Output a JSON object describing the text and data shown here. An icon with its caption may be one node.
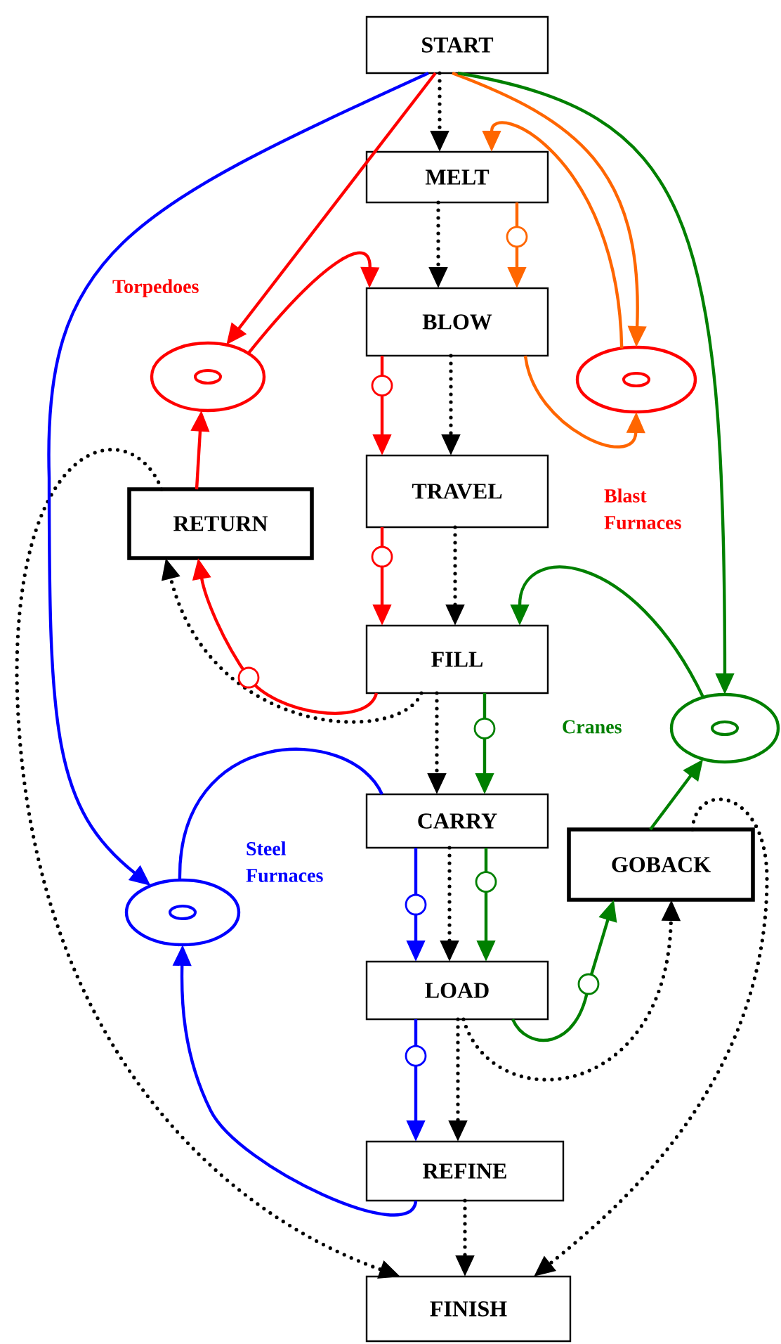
{
  "diagram": {
    "nodes": [
      {
        "text": [
          "START"
        ]
      },
      {
        "text": [
          "MELT"
        ]
      },
      {
        "text": [
          "BLOW"
        ]
      },
      {
        "text": [
          "TRAVEL"
        ]
      },
      {
        "text": [
          "FILL"
        ]
      },
      {
        "text": [
          "CARRY"
        ]
      },
      {
        "text": [
          "LOAD"
        ]
      },
      {
        "text": [
          "REFINE"
        ]
      },
      {
        "text": [
          "FINISH"
        ]
      },
      {
        "text": [
          "RETURN"
        ]
      },
      {
        "text": [
          "GOBACK"
        ]
      },
      {
        "text": [],
        "shape": "circle"
      },
      {
        "text": [],
        "shape": "circle"
      },
      {
        "text": [],
        "shape": "circle"
      },
      {
        "text": [],
        "shape": "circle"
      }
    ],
    "labels": [
      "Torpedoes",
      "Blast Furnaces",
      "Cranes",
      "Steel Furnaces"
    ],
    "edges": [
      {
        "from": 0,
        "to": 1,
        "arrow": "to",
        "style": "dashed"
      },
      {
        "from": 1,
        "to": 2,
        "arrow": "to",
        "style": "dashed"
      },
      {
        "from": 2,
        "to": 3,
        "arrow": "to",
        "style": "dashed"
      },
      {
        "from": 3,
        "to": 4,
        "arrow": "to",
        "style": "dashed"
      },
      {
        "from": 4,
        "to": 5,
        "arrow": "to",
        "style": "dashed"
      },
      {
        "from": 5,
        "to": 6,
        "arrow": "to",
        "style": "dashed"
      },
      {
        "from": 6,
        "to": 7,
        "arrow": "to",
        "style": "dashed"
      },
      {
        "from": 7,
        "to": 8,
        "arrow": "to",
        "style": "dashed"
      },
      {
        "from": 4,
        "to": 9,
        "arrow": "to",
        "style": "dashed"
      },
      {
        "from": 9,
        "to": 8,
        "arrow": "to",
        "style": "dashed"
      },
      {
        "from": 6,
        "to": 10,
        "arrow": "to",
        "style": "dashed"
      },
      {
        "from": 10,
        "to": 8,
        "arrow": "to",
        "style": "dashed"
      },
      {
        "from": 0,
        "to": 11,
        "arrow": "to",
        "color": "#ff0000"
      },
      {
        "from": 11,
        "to": 2,
        "arrow": "to",
        "color": "#ff0000"
      },
      {
        "from": 2,
        "to": 3,
        "arrow": "to",
        "color": "#ff0000"
      },
      {
        "from": 3,
        "to": 4,
        "arrow": "to",
        "color": "#ff0000"
      },
      {
        "from": 4,
        "to": 9,
        "arrow": "to",
        "color": "#ff0000"
      },
      {
        "from": 9,
        "to": 11,
        "arrow": "to",
        "color": "#ff0000"
      },
      {
        "from": 0,
        "to": 12,
        "arrow": "to",
        "color": "#ff6600"
      },
      {
        "from": 12,
        "to": 1,
        "arrow": "to",
        "color": "#ff6600"
      },
      {
        "from": 1,
        "to": 2,
        "arrow": "to",
        "color": "#ff6600"
      },
      {
        "from": 2,
        "to": 12,
        "arrow": "to",
        "color": "#ff6600"
      },
      {
        "from": 0,
        "to": 13,
        "arrow": "to",
        "color": "#008000"
      },
      {
        "from": 13,
        "to": 4,
        "arrow": "to",
        "color": "#008000"
      },
      {
        "from": 4,
        "to": 5,
        "arrow": "to",
        "color": "#008000"
      },
      {
        "from": 5,
        "to": 6,
        "arrow": "to",
        "color": "#008000"
      },
      {
        "from": 6,
        "to": 10,
        "arrow": "to",
        "color": "#008000"
      },
      {
        "from": 10,
        "to": 13,
        "arrow": "to",
        "color": "#008000"
      },
      {
        "from": 0,
        "to": 14,
        "arrow": "to",
        "color": "#0000ff"
      },
      {
        "from": 14,
        "to": 5,
        "arrow": "none",
        "color": "#0000ff"
      },
      {
        "from": 5,
        "to": 6,
        "arrow": "to",
        "color": "#0000ff"
      },
      {
        "from": 6,
        "to": 7,
        "arrow": "to",
        "color": "#0000ff"
      },
      {
        "from": 7,
        "to": 14,
        "arrow": "to",
        "color": "#0000ff"
      }
    ]
  }
}
